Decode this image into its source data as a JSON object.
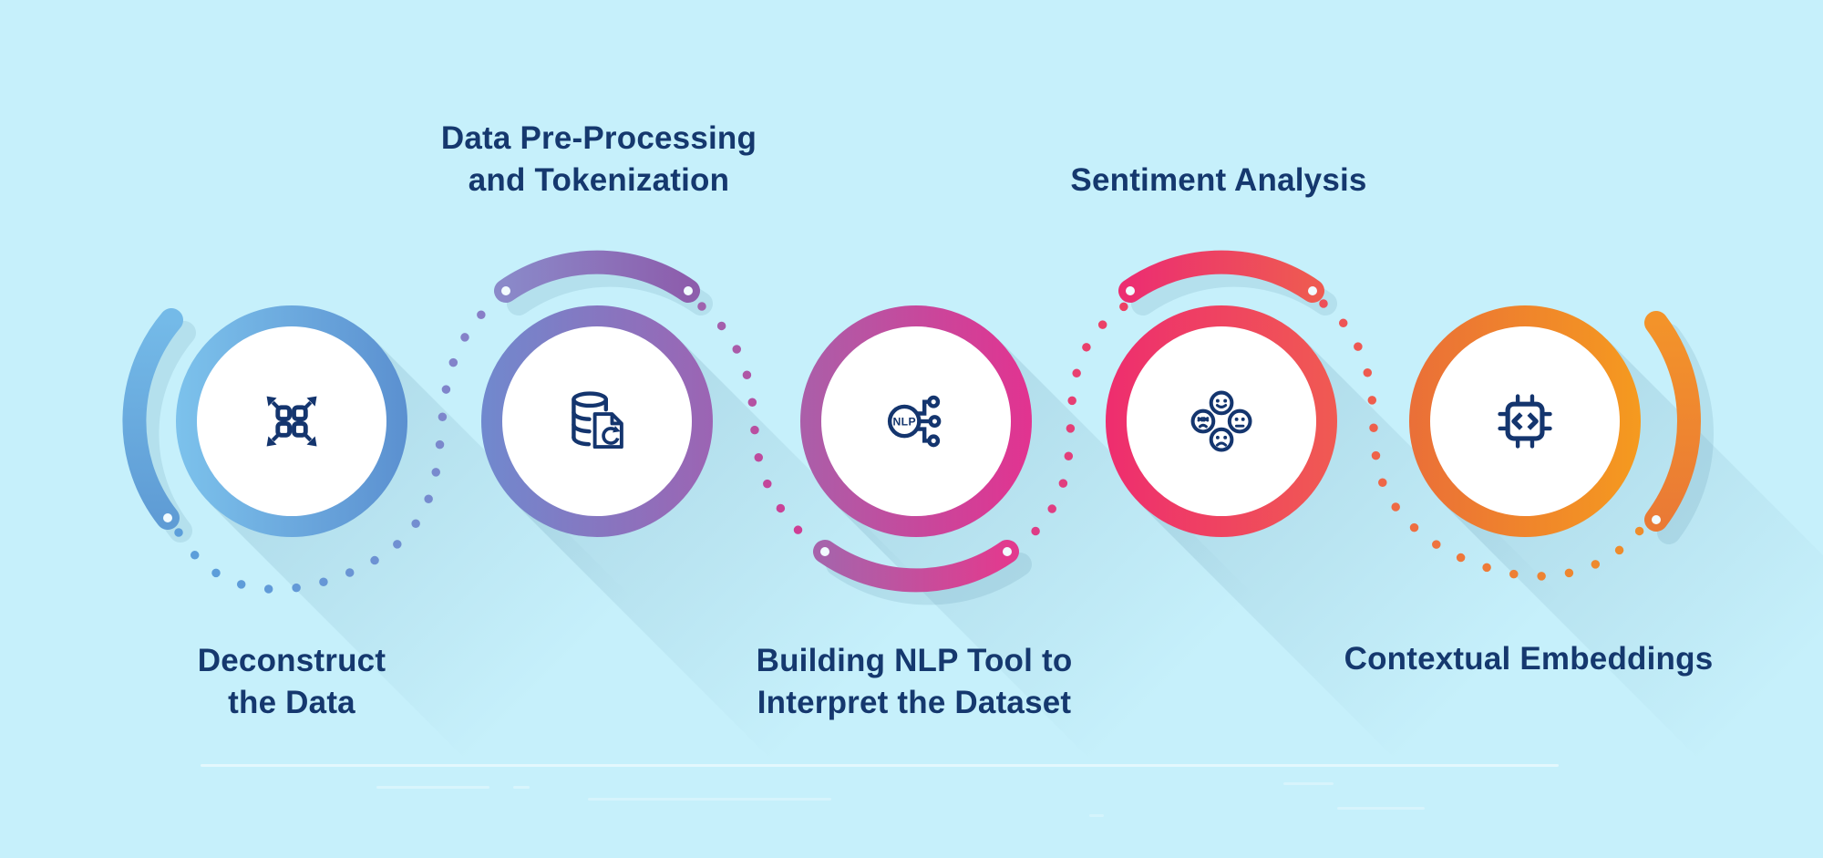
{
  "page": {
    "background_color": "#c6f0fb",
    "title_text_color": "#15386e",
    "icon_stroke_color": "#14356e",
    "shadow_color": "#4a7f9b"
  },
  "nlp_icon_text": "NLP",
  "steps": [
    {
      "label": "Deconstruct the Data",
      "label_lines": [
        "Deconstruct",
        "the Data"
      ],
      "label_position": "below",
      "icon": "expand-arrows-icon",
      "ring_colors": {
        "start": "#7cc2ec",
        "end": "#5b90d0"
      },
      "arc": {
        "position": "left",
        "start": "#74bae8",
        "end": "#5f9cd5"
      },
      "connector_dots": {
        "start": "#5c9eda",
        "end": "#8a7dc6"
      }
    },
    {
      "label": "Data Pre-Processing and Tokenization",
      "label_lines": [
        "Data Pre-Processing",
        "and Tokenization"
      ],
      "label_position": "above",
      "icon": "database-sync-icon",
      "ring_colors": {
        "start": "#7089ce",
        "end": "#9c64b3"
      },
      "arc": {
        "position": "top",
        "start": "#8a89c9",
        "end": "#8d5dac"
      },
      "connector_dots": {
        "start": "#9f63ae",
        "end": "#d23b92"
      }
    },
    {
      "label": "Building NLP Tool to Interpret the Dataset",
      "label_lines": [
        "Building NLP Tool to",
        "Interpret the Dataset"
      ],
      "label_position": "below",
      "icon": "nlp-network-icon",
      "ring_colors": {
        "start": "#aa5fa9",
        "end": "#e23390"
      },
      "arc": {
        "position": "bottom",
        "start": "#a763ab",
        "end": "#e23a8e"
      },
      "connector_dots": {
        "start": "#dc3c8a",
        "end": "#ed4163"
      }
    },
    {
      "label": "Sentiment Analysis",
      "label_lines": [
        "Sentiment Analysis"
      ],
      "label_position": "above",
      "icon": "sentiment-faces-icon",
      "ring_colors": {
        "start": "#ee2d6f",
        "end": "#f05a52"
      },
      "arc": {
        "position": "top",
        "start": "#ec2e71",
        "end": "#ee5a51"
      },
      "connector_dots": {
        "start": "#ee4f58",
        "end": "#ee8c2b"
      }
    },
    {
      "label": "Contextual Embeddings",
      "label_lines": [
        "Contextual Embeddings"
      ],
      "label_position": "below",
      "icon": "chip-code-icon",
      "ring_colors": {
        "start": "#ea6f38",
        "end": "#f59a1f"
      },
      "arc": {
        "position": "right",
        "start": "#f3932a",
        "end": "#ea7a35"
      },
      "connector_dots": null
    }
  ]
}
